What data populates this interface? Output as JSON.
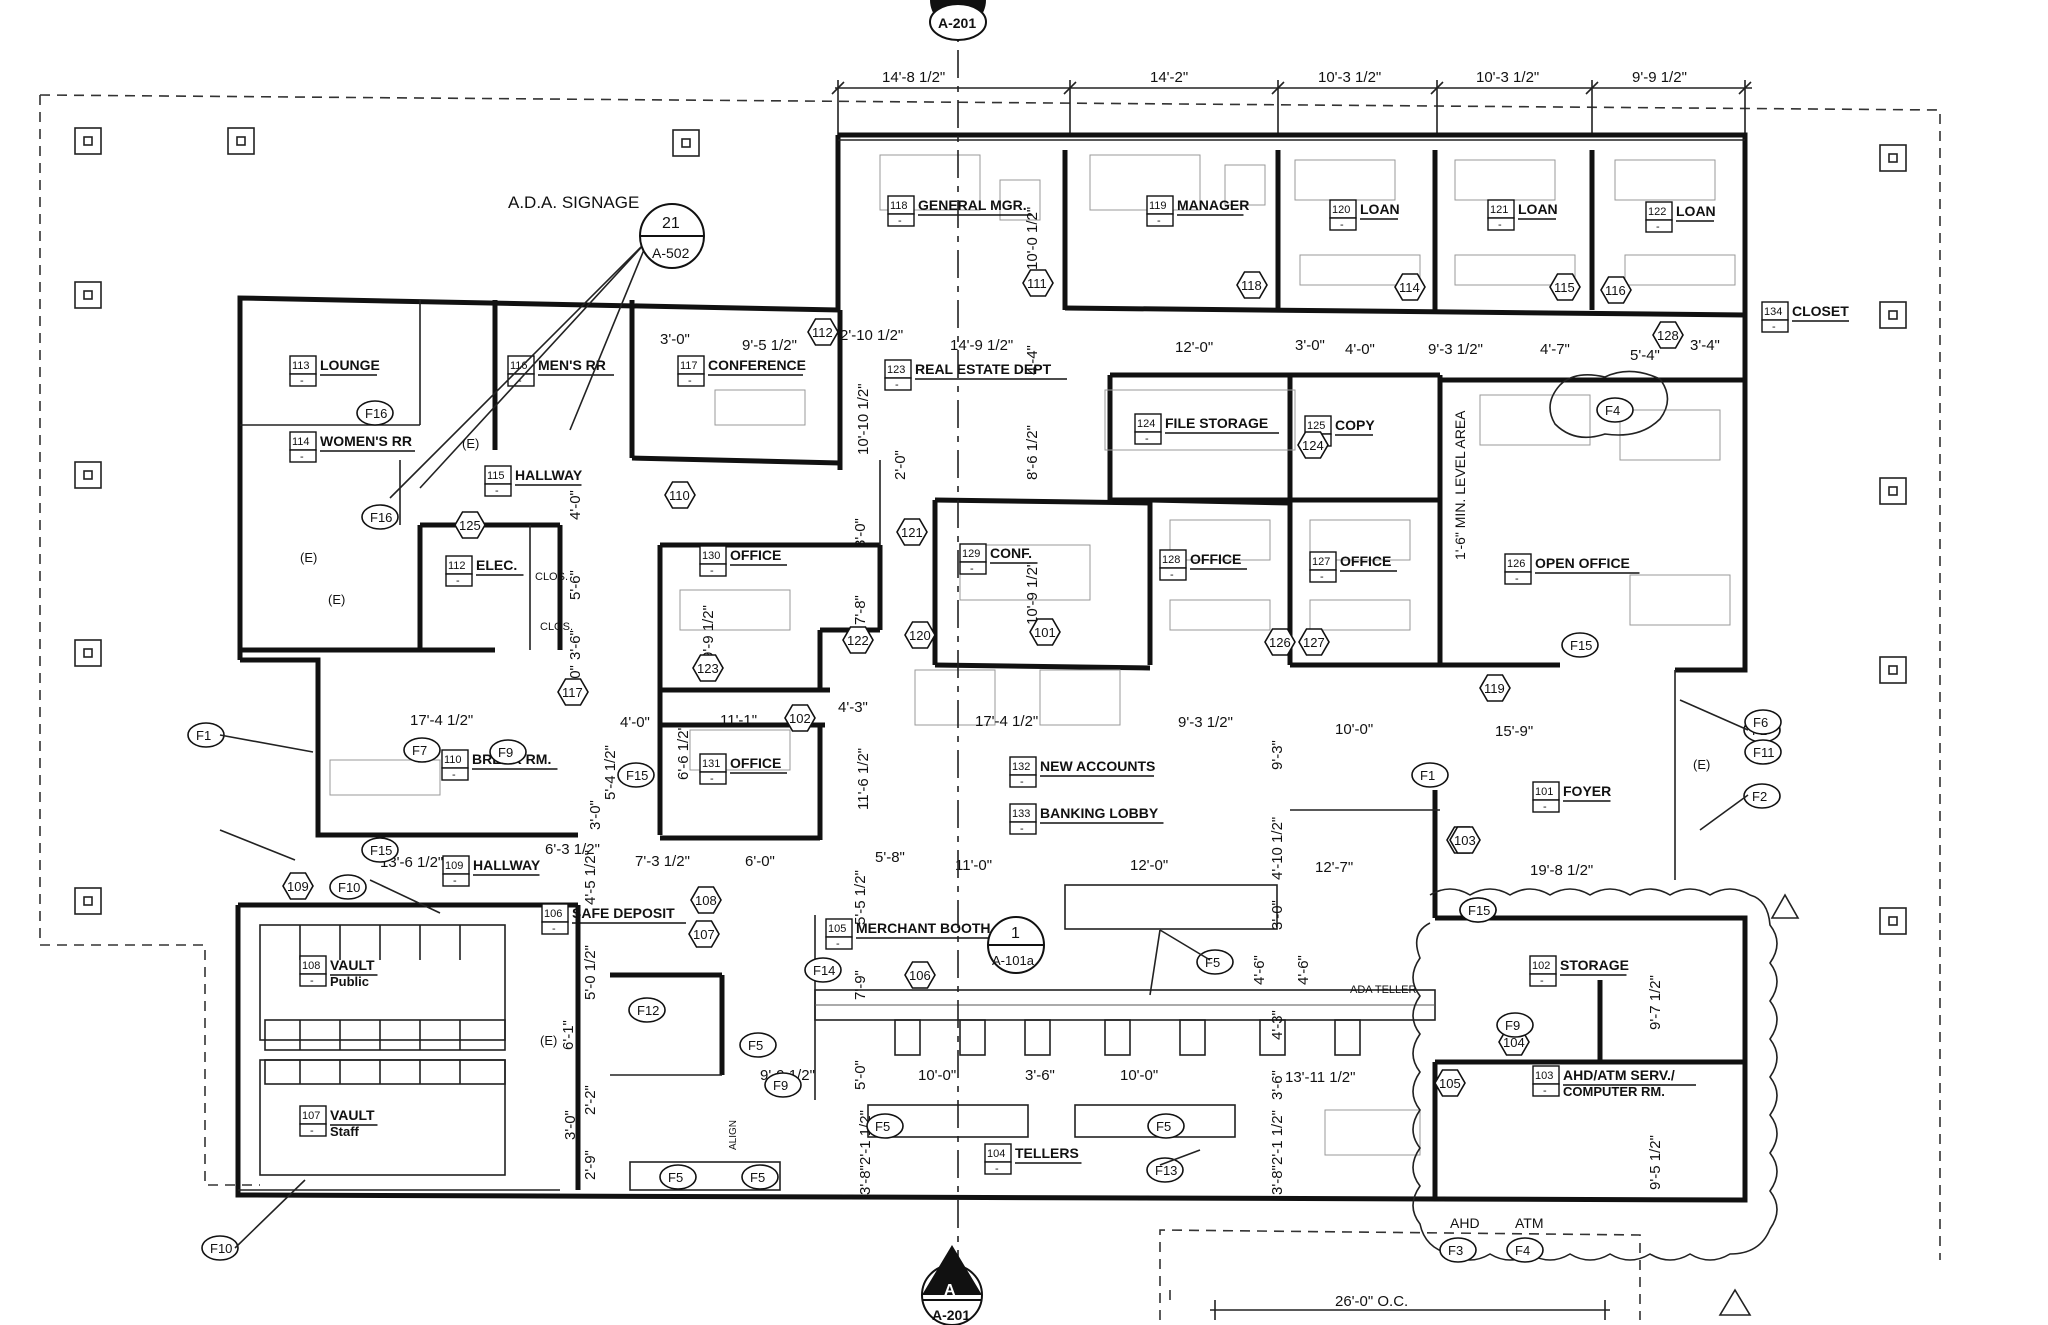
{
  "dimensions": {
    "top": [
      "14'-8 1/2\"",
      "14'-2\"",
      "10'-3 1/2\"",
      "10'-3 1/2\"",
      "9'-9 1/2\""
    ],
    "interior": [
      {
        "id": "d1",
        "text": "3'-0\""
      },
      {
        "id": "d2",
        "text": "9'-5 1/2\""
      },
      {
        "id": "d3",
        "text": "2'-10 1/2\""
      },
      {
        "id": "d4",
        "text": "14'-9 1/2\""
      },
      {
        "id": "d5",
        "text": "12'-0\""
      },
      {
        "id": "d6",
        "text": "3'-0\""
      },
      {
        "id": "d7",
        "text": "4'-0\""
      },
      {
        "id": "d8",
        "text": "9'-3 1/2\""
      },
      {
        "id": "d9",
        "text": "4'-7\""
      },
      {
        "id": "d10",
        "text": "5'-4\""
      },
      {
        "id": "d11",
        "text": "3'-4\""
      },
      {
        "id": "d12",
        "text": "17'-4 1/2\""
      },
      {
        "id": "d13",
        "text": "4'-0\""
      },
      {
        "id": "d14",
        "text": "11'-1\""
      },
      {
        "id": "d15",
        "text": "4'-3\""
      },
      {
        "id": "d16",
        "text": "17'-4 1/2\""
      },
      {
        "id": "d17",
        "text": "9'-3 1/2\""
      },
      {
        "id": "d18",
        "text": "10'-0\""
      },
      {
        "id": "d19",
        "text": "15'-9\""
      },
      {
        "id": "d20",
        "text": "13'-6 1/2\""
      },
      {
        "id": "d21",
        "text": "6'-3 1/2\""
      },
      {
        "id": "d22",
        "text": "7'-3 1/2\""
      },
      {
        "id": "d23",
        "text": "6'-0\""
      },
      {
        "id": "d24",
        "text": "5'-8\""
      },
      {
        "id": "d25",
        "text": "11'-0\""
      },
      {
        "id": "d26",
        "text": "12'-0\""
      },
      {
        "id": "d27",
        "text": "12'-7\""
      },
      {
        "id": "d28",
        "text": "19'-8 1/2\""
      },
      {
        "id": "d29",
        "text": "9'-9 1/2\""
      },
      {
        "id": "d30",
        "text": "10'-0\""
      },
      {
        "id": "d31",
        "text": "3'-6\""
      },
      {
        "id": "d32",
        "text": "10'-0\""
      },
      {
        "id": "d33",
        "text": "13'-11 1/2\""
      },
      {
        "id": "d34",
        "text": "26'-0\" O.C."
      }
    ],
    "vertical": [
      {
        "id": "v1",
        "text": "10'-0 1/2\""
      },
      {
        "id": "v2",
        "text": "4'-4\""
      },
      {
        "id": "v3",
        "text": "10'-10 1/2\""
      },
      {
        "id": "v4",
        "text": "2'-0\""
      },
      {
        "id": "v5",
        "text": "8'-6 1/2\""
      },
      {
        "id": "v6",
        "text": "10'-9 1/2\""
      },
      {
        "id": "v7",
        "text": "4'-0\""
      },
      {
        "id": "v8",
        "text": "5'-6\""
      },
      {
        "id": "v9",
        "text": "3'-6\""
      },
      {
        "id": "v10",
        "text": "3'-0\""
      },
      {
        "id": "v11",
        "text": "9'-9 1/2\""
      },
      {
        "id": "v12",
        "text": "7'-8\""
      },
      {
        "id": "v13",
        "text": "3'-0\""
      },
      {
        "id": "v14",
        "text": "6'-6 1/2\""
      },
      {
        "id": "v15",
        "text": "11'-6 1/2\""
      },
      {
        "id": "v16",
        "text": "9'-3\""
      },
      {
        "id": "v17",
        "text": "5'-4 1/2\""
      },
      {
        "id": "v18",
        "text": "3'-0\""
      },
      {
        "id": "v19",
        "text": "4'-5 1/2\""
      },
      {
        "id": "v20",
        "text": "5'-0 1/2\""
      },
      {
        "id": "v21",
        "text": "6'-1\""
      },
      {
        "id": "v22",
        "text": "5'-5 1/2\""
      },
      {
        "id": "v23",
        "text": "7'-9\""
      },
      {
        "id": "v24",
        "text": "4'-10 1/2\""
      },
      {
        "id": "v25",
        "text": "3'-0\""
      },
      {
        "id": "v26",
        "text": "4'-6\""
      },
      {
        "id": "v27",
        "text": "4'-6\""
      },
      {
        "id": "v28",
        "text": "4'-3\""
      },
      {
        "id": "v29",
        "text": "5'-0\""
      },
      {
        "id": "v30",
        "text": "2'-1 1/2\""
      },
      {
        "id": "v31",
        "text": "3'-8\""
      },
      {
        "id": "v32",
        "text": "3'-6\""
      },
      {
        "id": "v33",
        "text": "2'-1 1/2\""
      },
      {
        "id": "v34",
        "text": "3'-8\""
      },
      {
        "id": "v35",
        "text": "2'-2\""
      },
      {
        "id": "v36",
        "text": "3'-0\""
      },
      {
        "id": "v37",
        "text": "2'-9\""
      },
      {
        "id": "v38",
        "text": "9'-7 1/2\""
      },
      {
        "id": "v39",
        "text": "9'-5 1/2\""
      }
    ]
  },
  "rooms": [
    {
      "id": "r118",
      "num": "118",
      "name": "GENERAL MGR."
    },
    {
      "id": "r119",
      "num": "119",
      "name": "MANAGER"
    },
    {
      "id": "r120",
      "num": "120",
      "name": "LOAN"
    },
    {
      "id": "r121",
      "num": "121",
      "name": "LOAN"
    },
    {
      "id": "r122",
      "num": "122",
      "name": "LOAN"
    },
    {
      "id": "r134",
      "num": "134",
      "name": "CLOSET"
    },
    {
      "id": "r113",
      "num": "113",
      "name": "LOUNGE"
    },
    {
      "id": "r114",
      "num": "114",
      "name": "WOMEN'S RR"
    },
    {
      "id": "r116",
      "num": "116",
      "name": "MEN'S RR"
    },
    {
      "id": "r117",
      "num": "117",
      "name": "CONFERENCE"
    },
    {
      "id": "r123",
      "num": "123",
      "name": "REAL ESTATE DEPT"
    },
    {
      "id": "r124",
      "num": "124",
      "name": "FILE STORAGE"
    },
    {
      "id": "r125",
      "num": "125",
      "name": "COPY"
    },
    {
      "id": "r115",
      "num": "115",
      "name": "HALLWAY"
    },
    {
      "id": "r112",
      "num": "112",
      "name": "ELEC."
    },
    {
      "id": "r130",
      "num": "130",
      "name": "OFFICE"
    },
    {
      "id": "r129",
      "num": "129",
      "name": "CONF."
    },
    {
      "id": "r128",
      "num": "128",
      "name": "OFFICE"
    },
    {
      "id": "r127",
      "num": "127",
      "name": "OFFICE"
    },
    {
      "id": "r126",
      "num": "126",
      "name": "OPEN OFFICE"
    },
    {
      "id": "r110",
      "num": "110",
      "name": "BREAK RM."
    },
    {
      "id": "r131",
      "num": "131",
      "name": "OFFICE"
    },
    {
      "id": "r132",
      "num": "132",
      "name": "NEW ACCOUNTS"
    },
    {
      "id": "r133",
      "num": "133",
      "name": "BANKING LOBBY"
    },
    {
      "id": "r101",
      "num": "101",
      "name": "FOYER"
    },
    {
      "id": "r109",
      "num": "109",
      "name": "HALLWAY"
    },
    {
      "id": "r106",
      "num": "106",
      "name": "SAFE DEPOSIT"
    },
    {
      "id": "r105",
      "num": "105",
      "name": "MERCHANT BOOTH"
    },
    {
      "id": "r102",
      "num": "102",
      "name": "STORAGE"
    },
    {
      "id": "r108",
      "num": "108",
      "name": "VAULT",
      "sub": "Public"
    },
    {
      "id": "r107",
      "num": "107",
      "name": "VAULT",
      "sub": "Staff"
    },
    {
      "id": "r103",
      "num": "103",
      "name": "AHD/ATM SERV./",
      "sub": "COMPUTER RM."
    },
    {
      "id": "r104",
      "num": "104",
      "name": "TELLERS"
    }
  ],
  "room_dash": "-",
  "door_tags": [
    "111",
    "112",
    "118",
    "114",
    "115",
    "116",
    "128",
    "110",
    "121",
    "124",
    "125",
    "126",
    "127",
    "122",
    "120",
    "119",
    "118",
    "117",
    "123",
    "109",
    "108",
    "107",
    "106",
    "105",
    "104",
    "103",
    "102",
    "101"
  ],
  "finish_tags": [
    "F1",
    "F2",
    "F6",
    "F11",
    "F2",
    "F16",
    "F16",
    "F4",
    "F15",
    "F7",
    "F9",
    "F15",
    "F15",
    "F10",
    "F1",
    "F15",
    "F10",
    "F5",
    "F12",
    "F14",
    "F5",
    "F9",
    "F5",
    "F5",
    "F5",
    "F5",
    "F13",
    "F15",
    "F9",
    "F3",
    "F4"
  ],
  "notes": {
    "ada_signage": "A.D.A. SIGNAGE",
    "ada_teller": "ADA TELLER",
    "min_level": "1'-6\" MIN. LEVEL AREA",
    "ahd": "AHD",
    "atm": "ATM",
    "clos": "CLOS.",
    "existing": "(E)",
    "align": "ALIGN"
  },
  "callouts": {
    "signage_detail_num": "21",
    "signage_detail_sheet": "A-502",
    "section_top_sheet": "A-201",
    "section_bottom_letter": "A",
    "section_bottom_sheet": "A-201",
    "detail_center_num": "1",
    "detail_center_sheet": "A-101a"
  }
}
